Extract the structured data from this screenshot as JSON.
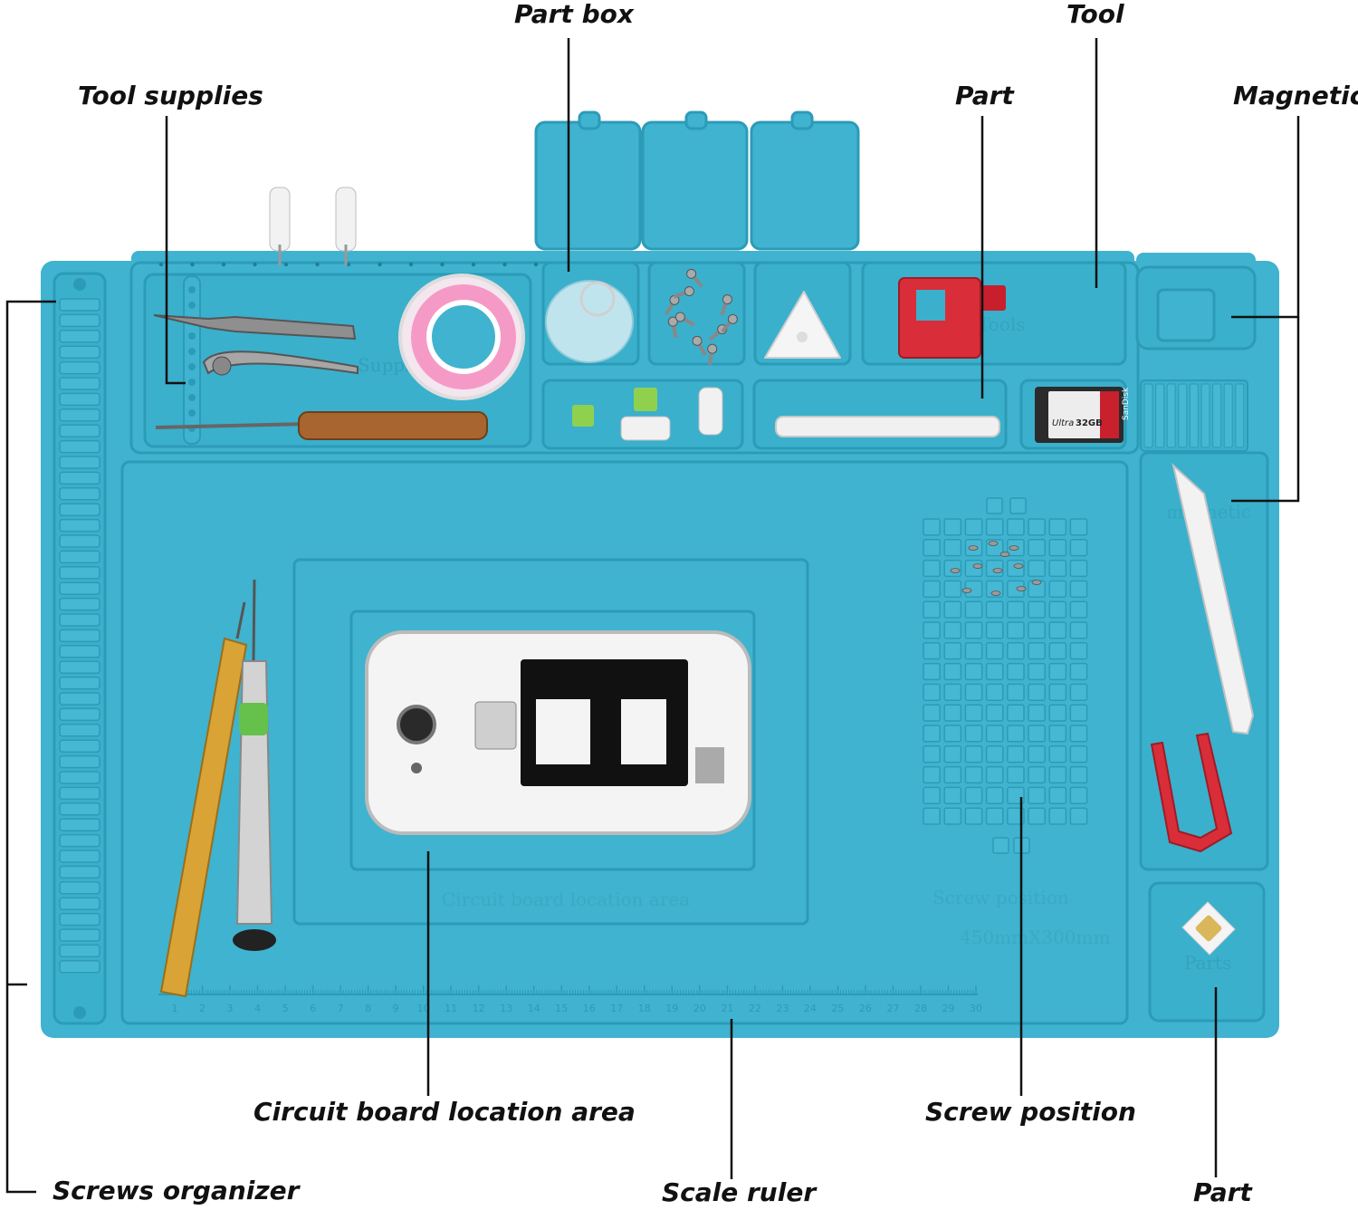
{
  "labels": {
    "part_box": "Part box",
    "tool": "Tool",
    "tool_supplies": "Tool supplies",
    "part_top": "Part",
    "magnetic": "Magnetic",
    "circuit_board_location_area": "Circuit board location area",
    "screw_position": "Screw position",
    "screws_organizer": "Screws  organizer",
    "scale_ruler": "Scale ruler",
    "part_bottom": "Part"
  },
  "embossed": {
    "circuit_board": "Circuit board location area",
    "screw_position": "Screw position",
    "size": "450mmX300mm",
    "parts": "Parts",
    "magnetic": "magnetic",
    "tools": "Tools",
    "supplies": "Supplies"
  },
  "sd_card": {
    "brand": "SanDisk",
    "model": "Ultra",
    "capacity": "32GB"
  },
  "ruler_ticks": [
    "1",
    "2",
    "3",
    "4",
    "5",
    "6",
    "7",
    "8",
    "9",
    "10",
    "11",
    "12",
    "13",
    "14",
    "15",
    "16",
    "17",
    "18",
    "19",
    "20",
    "21",
    "22",
    "23",
    "24",
    "25",
    "26",
    "27",
    "28",
    "29",
    "30"
  ],
  "colors": {
    "mat": "#3fb3cf",
    "mat_dark": "#2c9bb8",
    "mat_light": "#55c2db",
    "leader": "#111111",
    "red_tool": "#d92d3a"
  }
}
